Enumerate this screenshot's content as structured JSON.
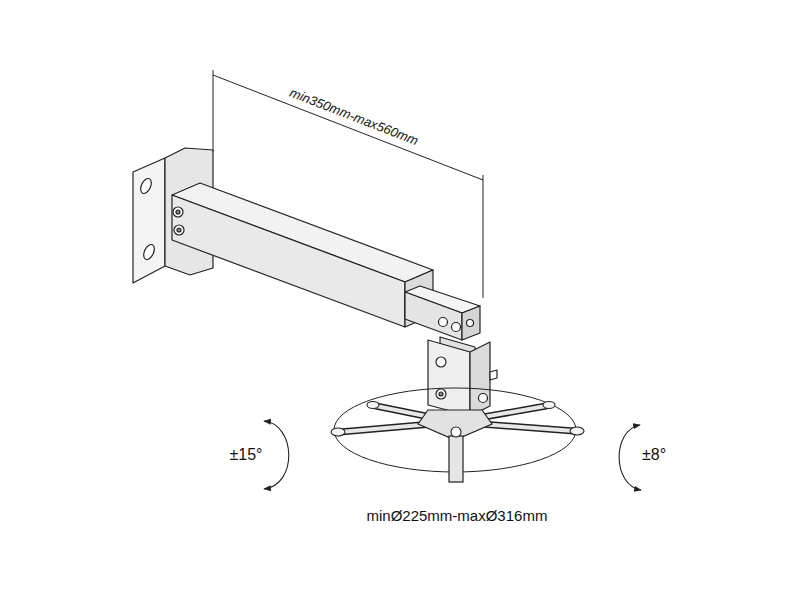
{
  "diagram": {
    "labels": [
      "min350mm-max560mm",
      "±15°",
      "±8°",
      "minØ225mm-maxØ316mm"
    ]
  }
}
